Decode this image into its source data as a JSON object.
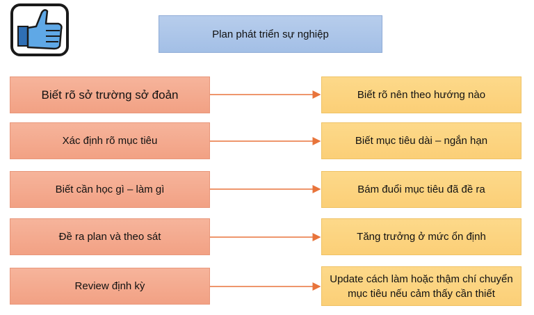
{
  "title": "Plan phát triển sự nghiệp",
  "logo": {
    "icon": "thumbs-up-icon"
  },
  "rows": [
    {
      "left": "Biết rõ sở trường sở đoản",
      "right": "Biết rõ nên theo hướng nào"
    },
    {
      "left": "Xác định rõ mục tiêu",
      "right": "Biết mục tiêu dài – ngắn hạn"
    },
    {
      "left": "Biết cần học gì – làm gì",
      "right": "Bám đuổi mục tiêu đã đề ra"
    },
    {
      "left": "Đề ra plan và theo sát",
      "right": "Tăng trưởng ở mức ổn định"
    },
    {
      "left": "Review định kỳ",
      "right": "Update cách làm hoặc thậm chí chuyển mục tiêu nếu cảm thấy cần thiết"
    }
  ],
  "colors": {
    "arrow": "#e8743b",
    "left_box": "#f4a98d",
    "right_box": "#fcd47f",
    "title_box": "#adc6e9"
  }
}
